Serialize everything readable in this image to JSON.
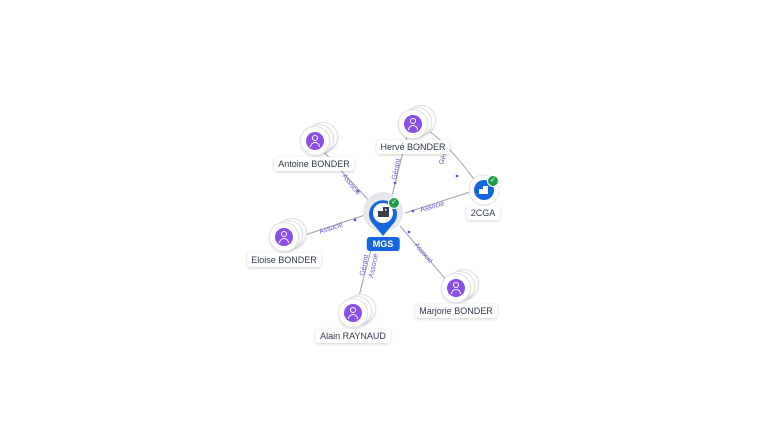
{
  "main_node": {
    "label": "MGS",
    "icon": "building-icon",
    "verified": true,
    "color": "#1665e0"
  },
  "company_node": {
    "label": "2CGA",
    "icon": "building-icon",
    "verified": true
  },
  "people": {
    "antoine": {
      "label": "Antoine BONDER"
    },
    "herve": {
      "label": "Hervé BONDER"
    },
    "eloise": {
      "label": "Eloise BONDER"
    },
    "alain": {
      "label": "Alain RAYNAUD"
    },
    "marjorie": {
      "label": "Marjorie BONDER"
    }
  },
  "edges": {
    "antoine_mgs": "Associé",
    "herve_mgs": "Gérant",
    "herve_2cga": "Gérant",
    "eloise_mgs": "Associé",
    "alain_mgs_1": "Gérant",
    "alain_mgs_2": "Associé",
    "marjorie_mgs": "Associé",
    "cga_mgs": "Associé"
  },
  "colors": {
    "avatar": "#8a4fe8",
    "edge_label": "#6b5bc9",
    "verified": "#1e9e4a"
  }
}
